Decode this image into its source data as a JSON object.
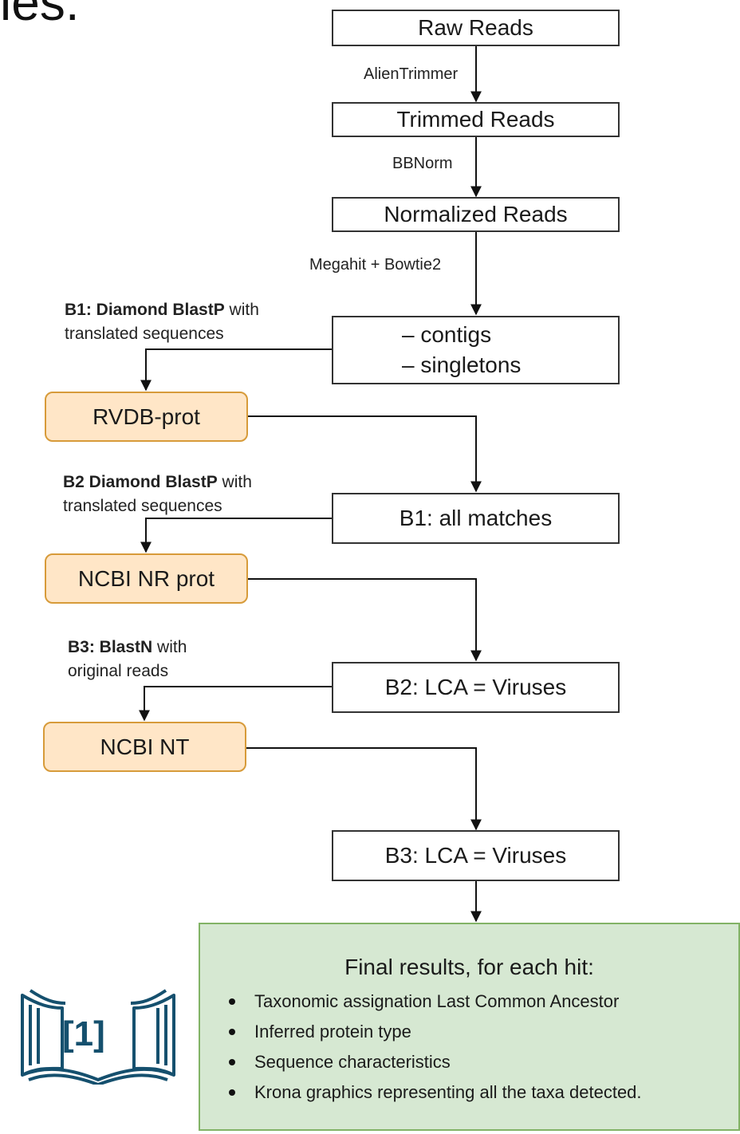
{
  "header": {
    "title_fragment": "ies."
  },
  "nodes": {
    "raw_reads": "Raw Reads",
    "trimmed_reads": "Trimmed Reads",
    "normalized_reads": "Normalized Reads",
    "contigs": "– contigs",
    "singletons": "– singletons",
    "b1_matches": "B1: all matches",
    "b2_lca": "B2: LCA = Viruses",
    "b3_lca": "B3: LCA = Viruses"
  },
  "databases": {
    "rvdb": "RVDB-prot",
    "nr": "NCBI NR prot",
    "nt": "NCBI NT"
  },
  "edge_labels": {
    "alientrimmer": "AlienTrimmer",
    "bbnorm": "BBNorm",
    "megahit": "Megahit + Bowtie2"
  },
  "branch_labels": {
    "b1_bold": "B1: Diamond BlastP",
    "b1_rest": " with",
    "b1_line2": "translated sequences",
    "b2_bold": "B2 Diamond BlastP",
    "b2_rest": " with",
    "b2_line2": "translated sequences",
    "b3_bold": "B3: BlastN",
    "b3_rest": " with",
    "b3_line2": "original reads"
  },
  "results": {
    "title": "Final results, for each hit:",
    "items": [
      "Taxonomic assignation Last Common Ancestor",
      "Inferred protein type",
      "Sequence characteristics",
      "Krona graphics representing all the taxa detected."
    ]
  },
  "reference": {
    "label": "[1]",
    "icon": "book-icon"
  },
  "colors": {
    "db_fill": "#ffe6c7",
    "db_border": "#d79b3a",
    "results_fill": "#d6e8d2",
    "results_border": "#82b366",
    "book": "#15506e"
  }
}
